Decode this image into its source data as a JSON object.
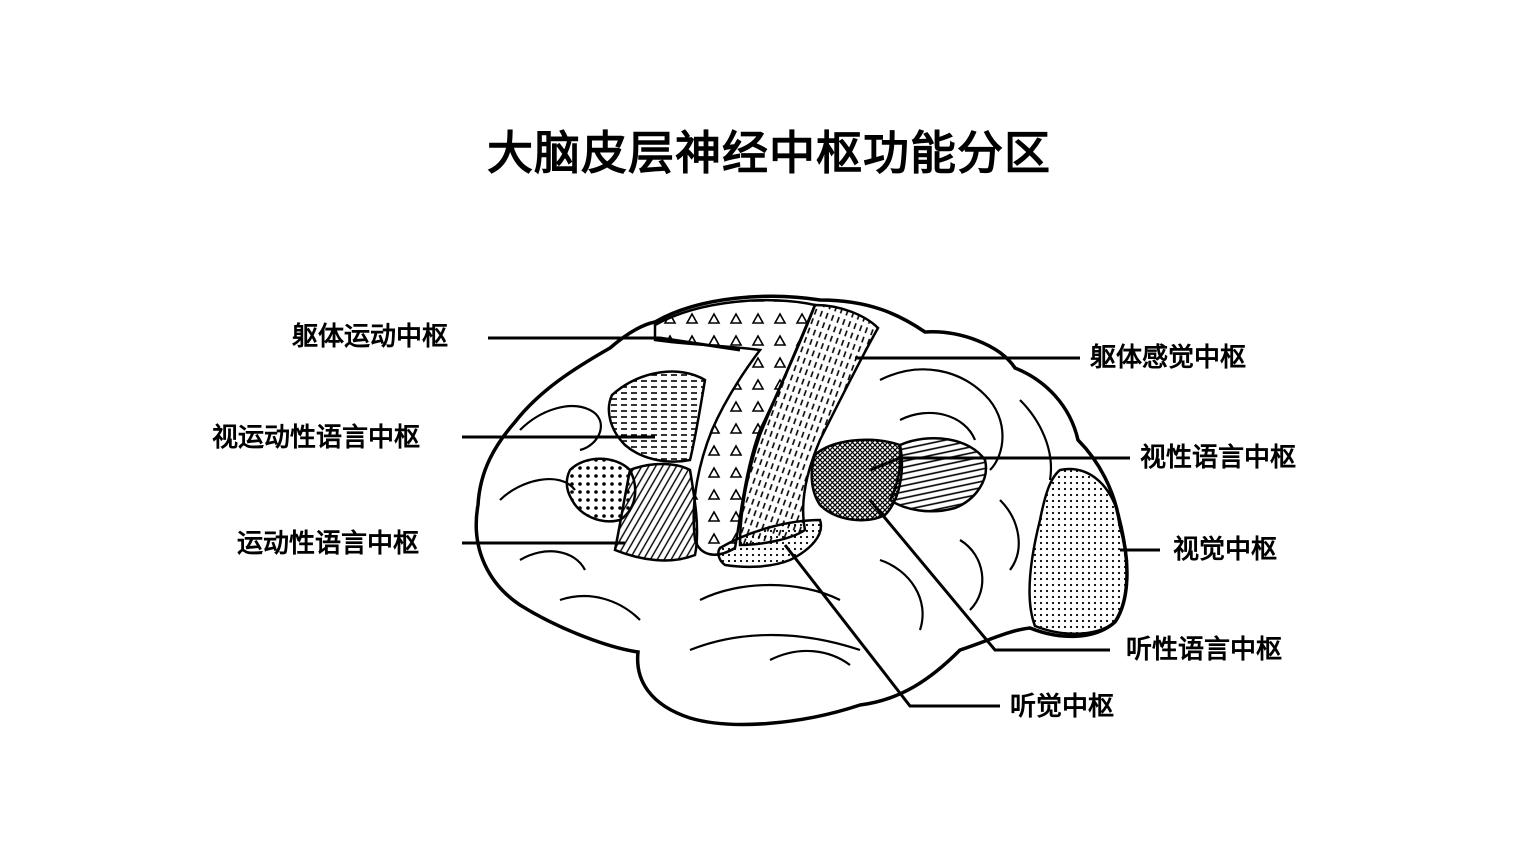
{
  "title": "大脑皮层神经中枢功能分区",
  "labels": {
    "somatic_motor": "躯体运动中枢",
    "somatic_sensory": "躯体感觉中枢",
    "visual_motor_language": "视运动性语言中枢",
    "visual_language": "视性语言中枢",
    "motor_language": "运动性语言中枢",
    "visual": "视觉中枢",
    "auditory_language": "听性语言中枢",
    "auditory": "听觉中枢"
  },
  "colors": {
    "ink": "#000000",
    "background": "#ffffff"
  }
}
